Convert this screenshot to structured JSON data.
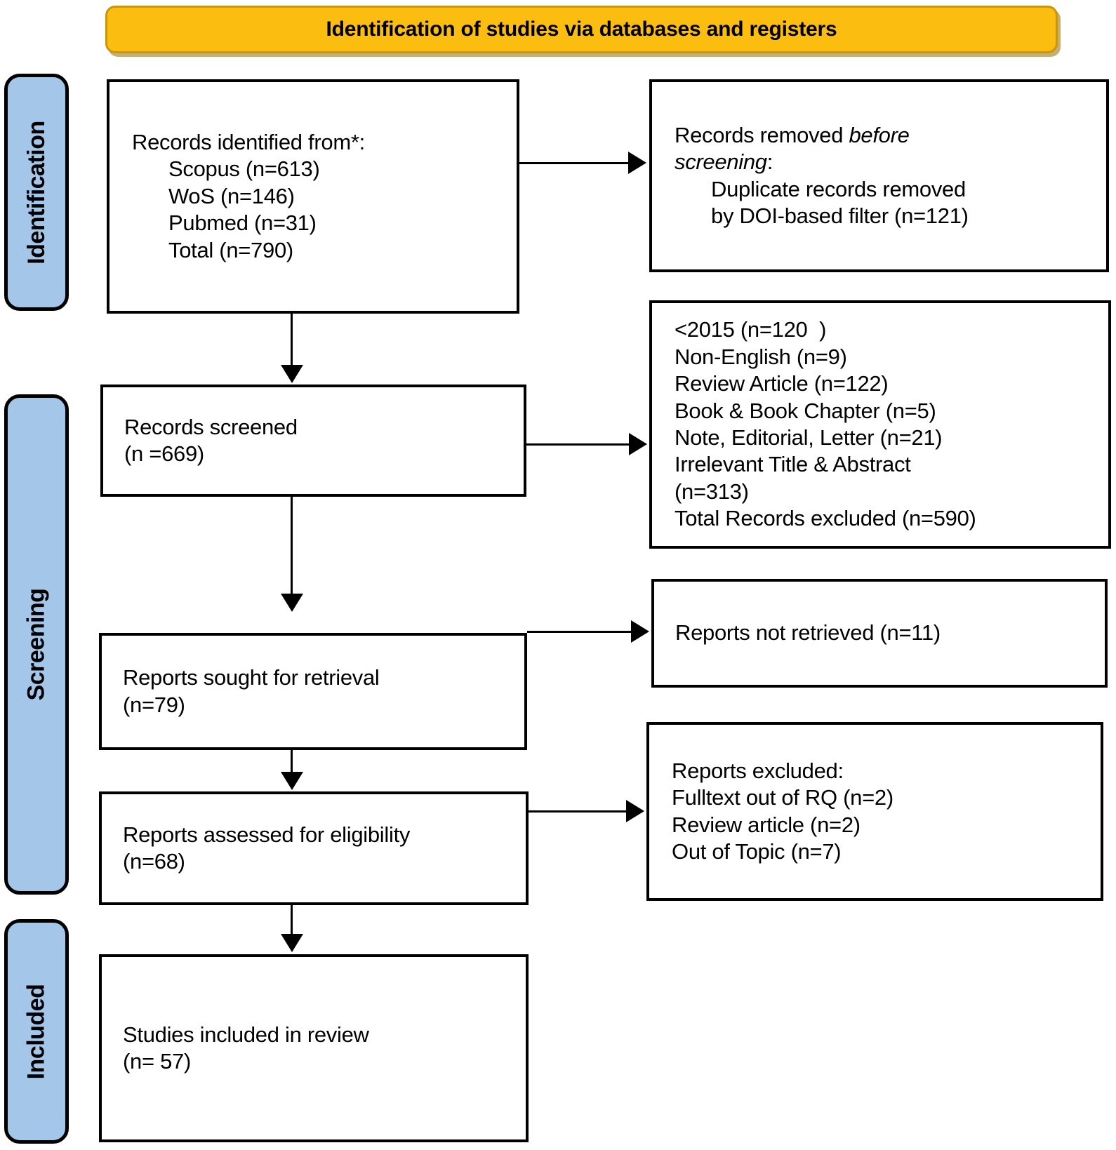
{
  "header": {
    "title": "Identification of studies via databases and registers",
    "bg_color": "#FBBE10",
    "border_color": "#C9960C"
  },
  "phases": {
    "identification": "Identification",
    "screening": "Screening",
    "included": "Included",
    "bg_color": "#A4C6E8"
  },
  "boxes": {
    "identified": {
      "line1": "Records identified from*:",
      "line2": "Scopus (n=613)",
      "line3": "WoS (n=146)",
      "line4": "Pubmed (n=31)",
      "line5": "Total (n=790)"
    },
    "removed_before": {
      "line1a": "Records removed ",
      "line1b": "before",
      "line2a": "screening",
      "line2b": ":",
      "line3": "Duplicate records removed",
      "line4": "by DOI-based filter (n=121)"
    },
    "screened": {
      "line1": "Records screened",
      "line2": "(n =669)"
    },
    "excluded_screening": {
      "line1": "<2015 (n=120  )",
      "line2": "Non-English (n=9)",
      "line3": "Review Article (n=122)",
      "line4": "Book & Book Chapter (n=5)",
      "line5": "Note, Editorial, Letter (n=21)",
      "line6": "Irrelevant Title & Abstract",
      "line7": "(n=313)",
      "line8": "Total Records excluded (n=590)"
    },
    "sought": {
      "line1": "Reports sought for retrieval",
      "line2": "(n=79)"
    },
    "not_retrieved": {
      "line1": "Reports not retrieved (n=11)"
    },
    "assessed": {
      "line1": "Reports assessed for eligibility",
      "line2": "(n=68)"
    },
    "reports_excluded": {
      "line1": "Reports excluded:",
      "line2": "Fulltext out of RQ (n=2)",
      "line3": "Review article (n=2)",
      "line4": "Out of Topic (n=7)"
    },
    "included": {
      "line1": "Studies included in review",
      "line2": "(n= 57)"
    }
  },
  "chart_data": {
    "type": "diagram",
    "title": "PRISMA 2020 flow diagram: Identification of studies via databases and registers",
    "phases": [
      "Identification",
      "Screening",
      "Included"
    ],
    "nodes": [
      {
        "id": "identified",
        "phase": "Identification",
        "label": "Records identified from*",
        "values": {
          "Scopus": 613,
          "WoS": 146,
          "Pubmed": 31,
          "Total": 790
        }
      },
      {
        "id": "removed_before",
        "phase": "Identification",
        "label": "Records removed before screening",
        "values": {
          "Duplicate records removed by DOI-based filter": 121
        }
      },
      {
        "id": "screened",
        "phase": "Screening",
        "label": "Records screened",
        "values": {
          "n": 669
        }
      },
      {
        "id": "excluded_screening",
        "phase": "Screening",
        "label": "Records excluded",
        "values": {
          "<2015": 120,
          "Non-English": 9,
          "Review Article": 122,
          "Book & Book Chapter": 5,
          "Note, Editorial, Letter": 21,
          "Irrelevant Title & Abstract": 313,
          "Total Records excluded": 590
        }
      },
      {
        "id": "sought",
        "phase": "Screening",
        "label": "Reports sought for retrieval",
        "values": {
          "n": 79
        }
      },
      {
        "id": "not_retrieved",
        "phase": "Screening",
        "label": "Reports not retrieved",
        "values": {
          "n": 11
        }
      },
      {
        "id": "assessed",
        "phase": "Screening",
        "label": "Reports assessed for eligibility",
        "values": {
          "n": 68
        }
      },
      {
        "id": "reports_excluded",
        "phase": "Screening",
        "label": "Reports excluded",
        "values": {
          "Fulltext out of RQ": 2,
          "Review article": 2,
          "Out of Topic": 7
        }
      },
      {
        "id": "included",
        "phase": "Included",
        "label": "Studies included in review",
        "values": {
          "n": 57
        }
      }
    ],
    "edges": [
      {
        "from": "identified",
        "to": "removed_before",
        "direction": "right"
      },
      {
        "from": "identified",
        "to": "screened",
        "direction": "down"
      },
      {
        "from": "screened",
        "to": "excluded_screening",
        "direction": "right"
      },
      {
        "from": "screened",
        "to": "sought",
        "direction": "down"
      },
      {
        "from": "sought",
        "to": "not_retrieved",
        "direction": "right"
      },
      {
        "from": "sought",
        "to": "assessed",
        "direction": "down"
      },
      {
        "from": "assessed",
        "to": "reports_excluded",
        "direction": "right"
      },
      {
        "from": "assessed",
        "to": "included",
        "direction": "down"
      }
    ]
  }
}
